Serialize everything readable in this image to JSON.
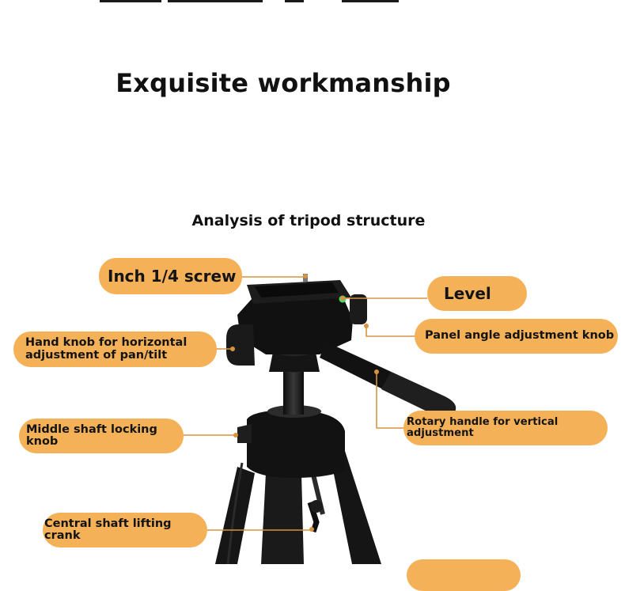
{
  "header": {
    "title": "Exquisite workmanship",
    "subtitle": "Analysis of tripod structure"
  },
  "callouts": [
    {
      "id": "screw",
      "label": "Inch 1/4 screw"
    },
    {
      "id": "level",
      "label": "Level"
    },
    {
      "id": "pan-tilt",
      "label": "Hand knob for horizontal adjustment of pan/tilt"
    },
    {
      "id": "panel",
      "label": "Panel angle adjustment knob"
    },
    {
      "id": "middle",
      "label": "Middle shaft locking knob"
    },
    {
      "id": "rotary",
      "label": "Rotary handle for vertical adjustment"
    },
    {
      "id": "crank",
      "label": "Central shaft lifting crank"
    },
    {
      "id": "bottom",
      "label": ""
    }
  ],
  "colors": {
    "callout_fill": "#f5b158",
    "leader_line": "#d89340",
    "tripod_body": "#111111"
  }
}
